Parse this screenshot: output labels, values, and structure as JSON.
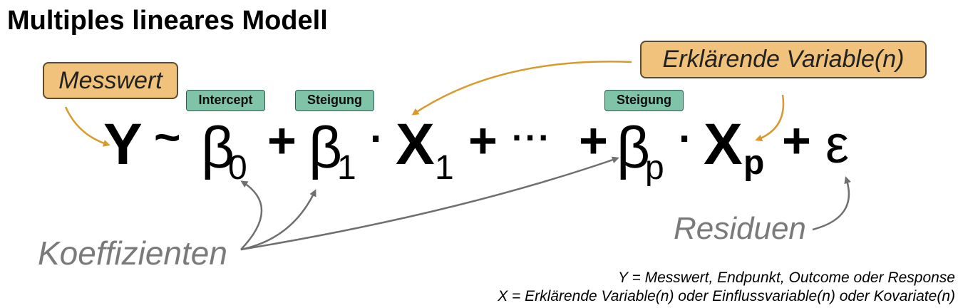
{
  "title": "Multiples lineares Modell",
  "labels": {
    "messwert": "Messwert",
    "erklaerende": "Erklärende Variable(n)",
    "intercept": "Intercept",
    "steigung_1": "Steigung",
    "steigung_p": "Steigung",
    "koeffizienten": "Koeffizienten",
    "residuen": "Residuen"
  },
  "formula": {
    "y": "Y",
    "tilde": "~",
    "beta": "β",
    "sub_0": "0",
    "sub_1": "1",
    "sub_1b": "1",
    "sub_p": "p",
    "sub_pb": "p",
    "plus": "+",
    "dot": "·",
    "x": "X",
    "ellipsis": "···",
    "epsilon": "ε"
  },
  "notes": [
    "Y = Messwert, Endpunkt, Outcome oder Response",
    "X = Erklärende Variable(n) oder Einflussvariable(n) oder Kovariate(n)"
  ],
  "colors": {
    "orange_box": "#f0c27b",
    "orange_arrow": "#d99a2b",
    "green_box": "#7fc3a8",
    "grey_text": "#7a7a7a",
    "grey_arrow": "#6f6f6f"
  }
}
